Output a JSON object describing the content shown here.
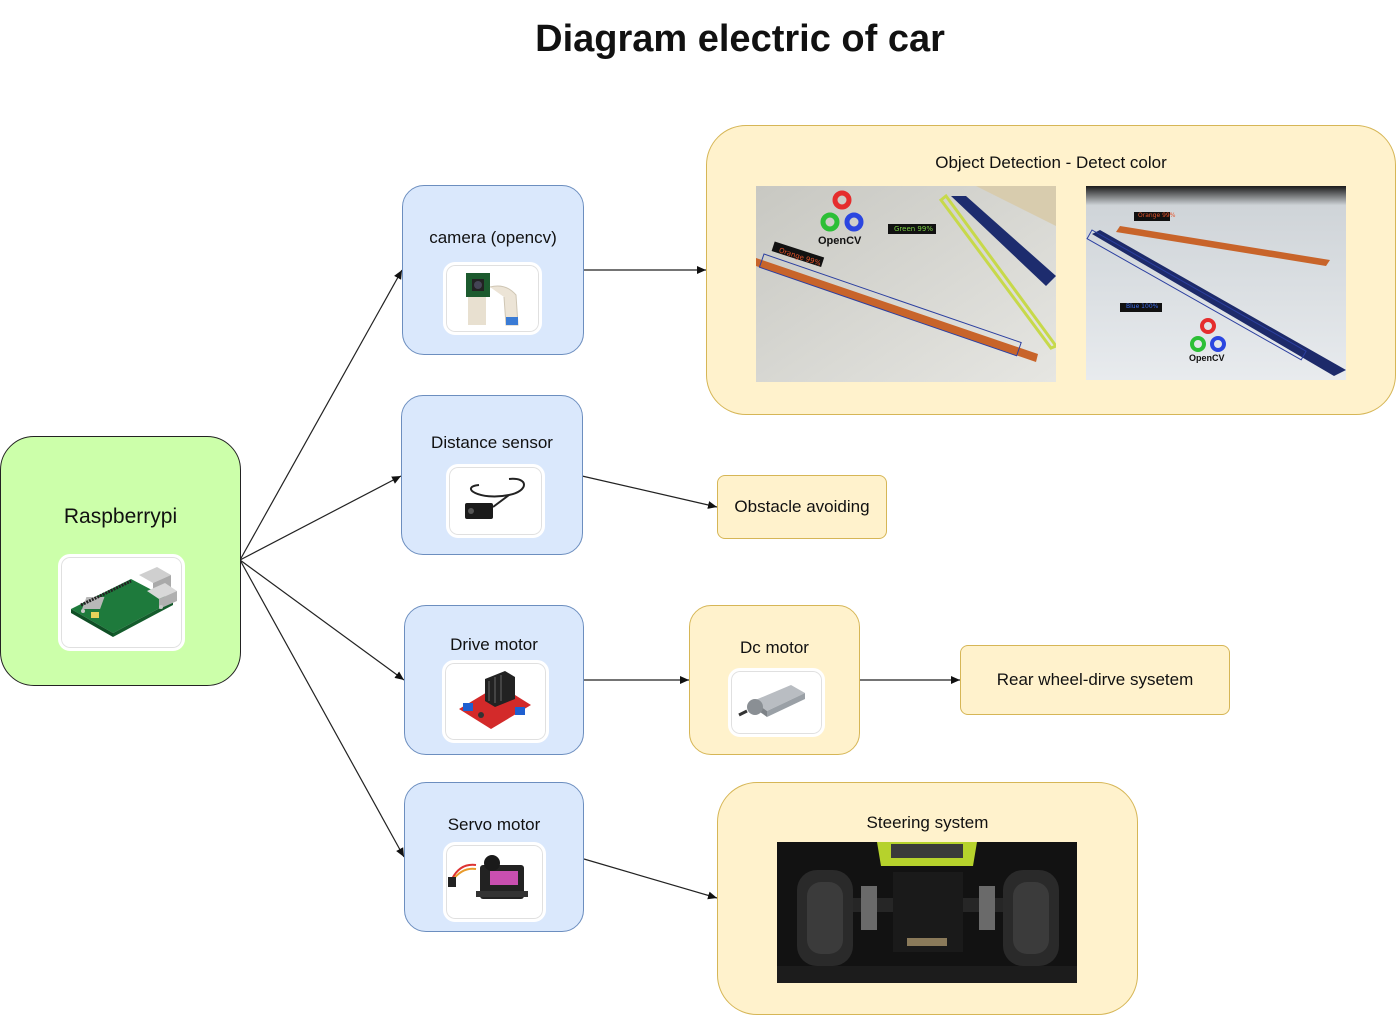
{
  "title": "Diagram electric of car",
  "nodes": {
    "raspberrypi": {
      "label": "Raspberrypi",
      "icon": "raspberry-pi-board-icon"
    },
    "camera": {
      "label": "camera (opencv)",
      "icon": "camera-module-icon"
    },
    "distance_sensor": {
      "label": "Distance sensor",
      "icon": "ultrasonic-sensor-icon"
    },
    "drive_motor": {
      "label": "Drive motor",
      "icon": "motor-driver-board-icon"
    },
    "servo_motor": {
      "label": "Servo motor",
      "icon": "servo-icon"
    },
    "object_detection": {
      "label": "Object Detection - Detect color",
      "photo1": {
        "tags": [
          "Orange 99%",
          "Green 99%"
        ],
        "logo": "OpenCV"
      },
      "photo2": {
        "tags": [
          "Orange 99%",
          "Blue 100%"
        ],
        "logo": "OpenCV"
      }
    },
    "obstacle": {
      "label": "Obstacle avoiding"
    },
    "dc_motor": {
      "label": "Dc motor",
      "icon": "dc-motor-icon"
    },
    "rear_wheel": {
      "label": "Rear wheel-dirve sysetem"
    },
    "steering": {
      "label": "Steering system",
      "icon": "rc-car-chassis-photo"
    }
  },
  "edges": [
    {
      "from": "Raspberrypi",
      "to": "camera (opencv)"
    },
    {
      "from": "Raspberrypi",
      "to": "Distance sensor"
    },
    {
      "from": "Raspberrypi",
      "to": "Drive motor"
    },
    {
      "from": "Raspberrypi",
      "to": "Servo motor"
    },
    {
      "from": "camera (opencv)",
      "to": "Object Detection - Detect color"
    },
    {
      "from": "Distance sensor",
      "to": "Obstacle avoiding"
    },
    {
      "from": "Drive motor",
      "to": "Dc motor"
    },
    {
      "from": "Dc motor",
      "to": "Rear wheel-dirve sysetem"
    },
    {
      "from": "Servo motor",
      "to": "Steering system"
    }
  ],
  "colors": {
    "process_blue": "#dae8fc",
    "output_yellow": "#fff2cc",
    "controller_green": "#ccffaa"
  }
}
